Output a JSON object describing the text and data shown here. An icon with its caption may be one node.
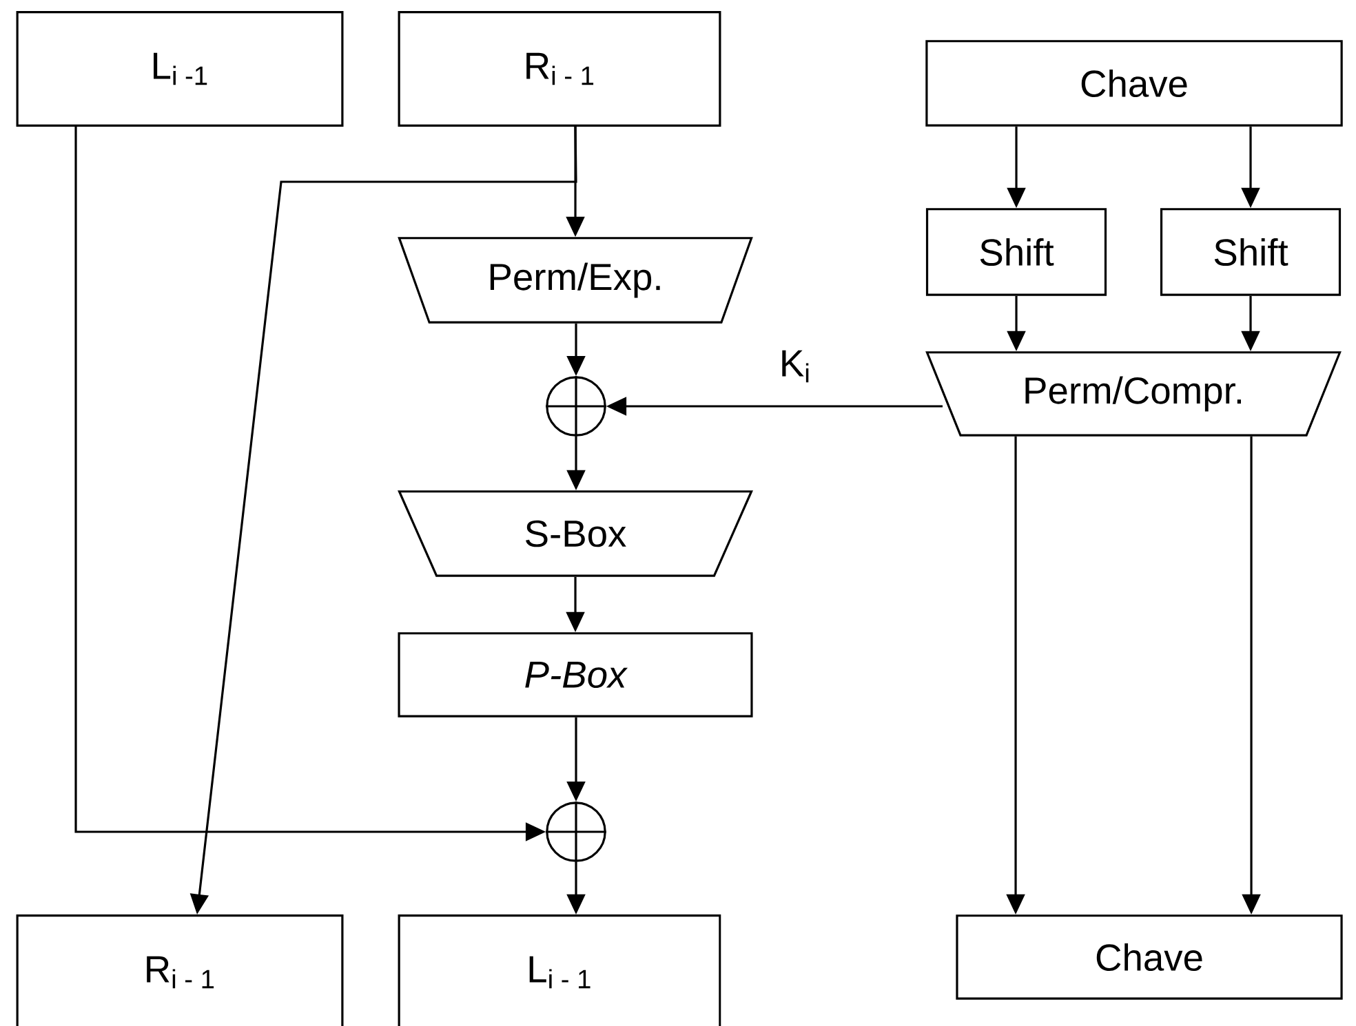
{
  "diagram": {
    "nodes": [
      {
        "text": [
          "L$_{i -1}$"
        ]
      },
      {
        "text": [
          "R$_{i - 1}$"
        ]
      },
      {
        "text": [
          "Chave"
        ]
      },
      {
        "text": [
          "Shift"
        ]
      },
      {
        "text": [
          "Shift"
        ]
      },
      {
        "text": [
          "Perm/Exp."
        ]
      },
      {
        "text": [],
        "shape": "circle"
      },
      {
        "text": [
          "Perm/Compr."
        ]
      },
      {
        "text": [
          "S-Box"
        ]
      },
      {
        "text": [
          "P-Box"
        ]
      },
      {
        "text": [],
        "shape": "circle"
      },
      {
        "text": [
          "R$_{i - 1}$"
        ]
      },
      {
        "text": [
          "L$_{i - 1}$"
        ]
      },
      {
        "text": [
          "Chave"
        ]
      }
    ],
    "edges": [
      {
        "from": 1,
        "to": 5,
        "arrow": "to"
      },
      {
        "from": 1,
        "to": 11,
        "arrow": "to"
      },
      {
        "from": 0,
        "to": 10,
        "arrow": "to"
      },
      {
        "from": 5,
        "to": 6,
        "arrow": "to"
      },
      {
        "from": 7,
        "to": 6,
        "arrow": "to",
        "label": "K$_{i}$"
      },
      {
        "from": 6,
        "to": 8,
        "arrow": "to"
      },
      {
        "from": 8,
        "to": 9,
        "arrow": "to"
      },
      {
        "from": 9,
        "to": 10,
        "arrow": "to"
      },
      {
        "from": 10,
        "to": 12,
        "arrow": "to"
      },
      {
        "from": 2,
        "to": 3,
        "arrow": "to"
      },
      {
        "from": 2,
        "to": 4,
        "arrow": "to"
      },
      {
        "from": 3,
        "to": 7,
        "arrow": "to"
      },
      {
        "from": 4,
        "to": 7,
        "arrow": "to"
      },
      {
        "from": 7,
        "to": 13,
        "arrow": "to"
      },
      {
        "from": 7,
        "to": 13,
        "arrow": "to"
      }
    ]
  }
}
